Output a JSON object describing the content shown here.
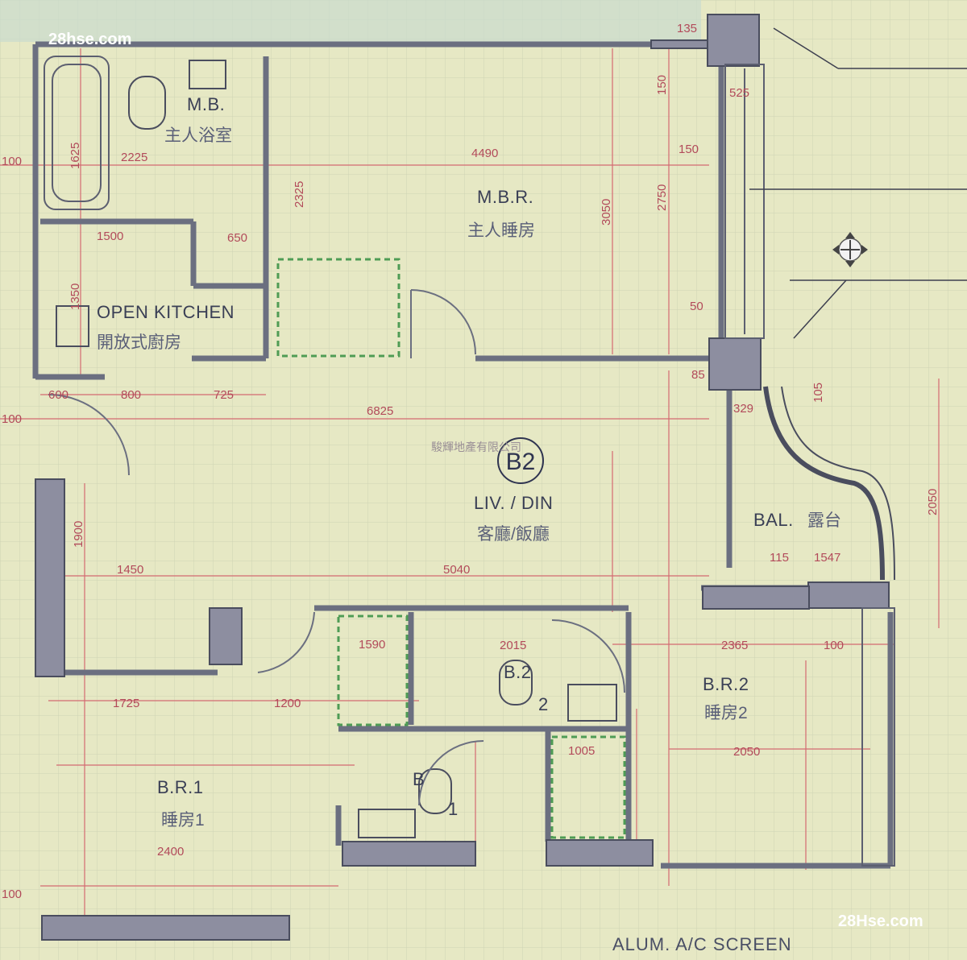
{
  "plan": {
    "code": "B2",
    "agent_name": "駿輝地產有限公司",
    "watermark_top": "28hse.com",
    "watermark_bottom": "28Hse.com",
    "screen_label": "ALUM. A/C SCREEN"
  },
  "rooms": {
    "mb": {
      "en": "M.B.",
      "zh": "主人浴室"
    },
    "mbr": {
      "en": "M.B.R.",
      "zh": "主人睡房"
    },
    "kitchen": {
      "en": "OPEN KITCHEN",
      "zh": "開放式廚房"
    },
    "liv": {
      "en": "LIV. / DIN",
      "zh": "客廳/飯廳"
    },
    "bal": {
      "en": "BAL.",
      "zh": "露台"
    },
    "br1": {
      "en": "B.R.1",
      "zh": "睡房1"
    },
    "br2": {
      "en": "B.R.2",
      "zh": "睡房2"
    },
    "b2": {
      "en": "B.2",
      "zh": "2"
    },
    "b1": {
      "en": "B",
      "zh": "1"
    }
  },
  "dimensions": {
    "d2225": "2225",
    "d4490": "4490",
    "d1625": "1625",
    "d1500": "1500",
    "d650": "650",
    "d1350": "1350",
    "d2325": "2325",
    "d3050": "3050",
    "d2750": "2750",
    "d150a": "150",
    "d150b": "150",
    "d525": "525",
    "d135": "135",
    "d600": "600",
    "d800": "800",
    "d725": "725",
    "d6825": "6825",
    "d1450": "1450",
    "d5040": "5040",
    "d1900": "1900",
    "d1725": "1725",
    "d1200": "1200",
    "d2015": "2015",
    "d2365": "2365",
    "d2050a": "2050",
    "d2400": "2400",
    "d1547": "1547",
    "d2050b": "2050",
    "d1590": "1590",
    "d1005": "1005",
    "d100a": "100",
    "d100b": "100",
    "d100c": "100",
    "d115": "115",
    "d329": "329",
    "d85": "85",
    "d50": "50",
    "d105": "105"
  }
}
